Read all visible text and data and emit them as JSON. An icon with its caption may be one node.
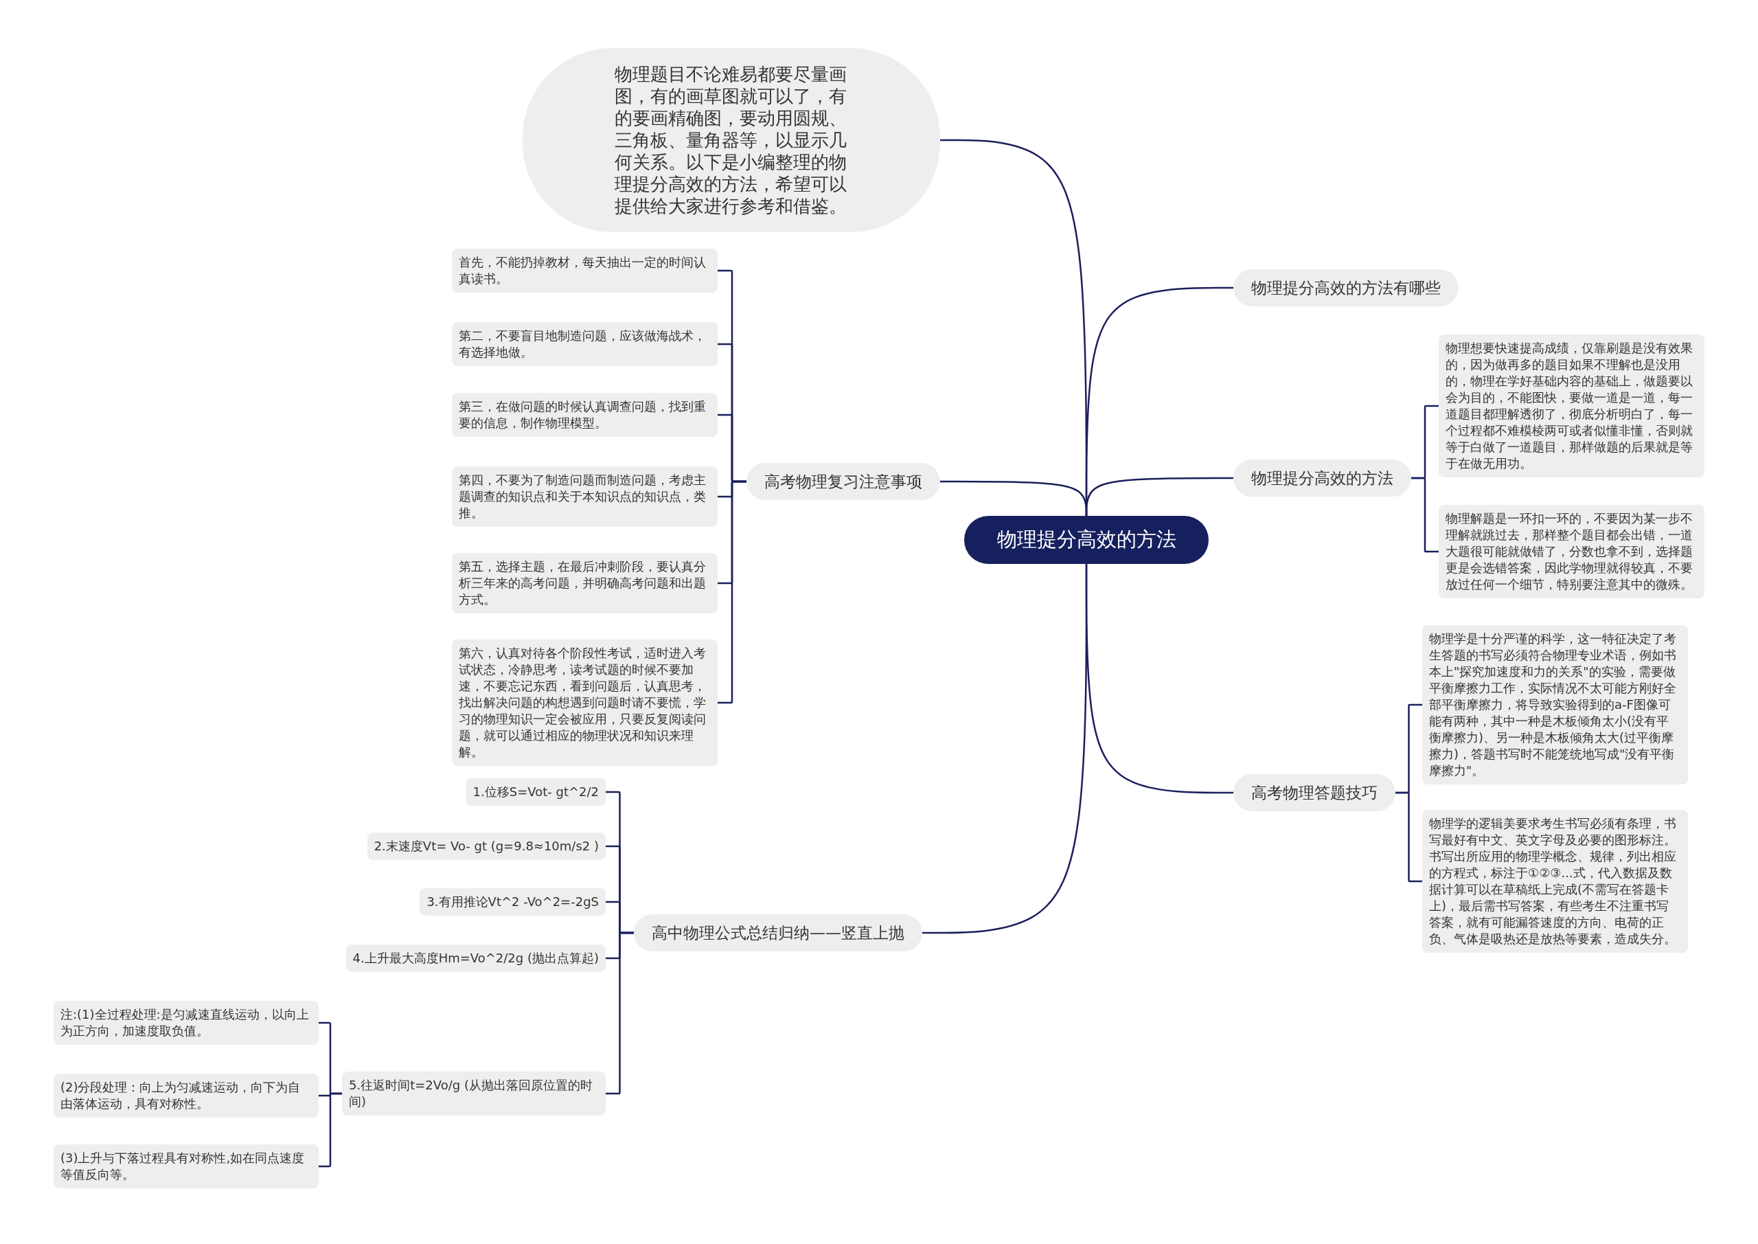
{
  "diagram": {
    "nodes": [
      {
        "text": [
          "物理提分高效的方法"
        ]
      },
      {
        "text": [
          "物理题目不论难易都要尽量画图，有的画草图就可以了，有的要画精确图，要动用圆规、三角板、量角器等，以显示几何关系。以下是小编整理的物理提分高效的方法，希望可以提供给大家进行参考和借鉴。"
        ]
      },
      {
        "text": [
          "物理提分高效的方法有哪些"
        ]
      },
      {
        "text": [
          "物理提分高效的方法"
        ]
      },
      {
        "text": [
          "物理想要快速提高成绩，仅靠刷题是没有效果的，因为做再多的题目如果不理解也是没用的，物理在学好基础内容的基础上，做题要以会为目的，不能图快，要做一道是一道，每一道题目都理解透彻了，彻底分析明白了，每一个过程都不难模棱两可或者似懂非懂，否则就等于白做了一道题目，那样做题的后果就是等于在做无用功。"
        ]
      },
      {
        "text": [
          "物理解题是一环扣一环的，不要因为某一步不理解就跳过去，那样整个题目都会出错，一道大题很可能就做错了，分数也拿不到，选择题更是会选错答案，因此学物理就得较真，不要放过任何一个细节，特别要注意其中的微殊。"
        ]
      },
      {
        "text": [
          "高考物理答题技巧"
        ]
      },
      {
        "text": [
          "物理学是十分严谨的科学，这一特征决定了考生答题的书写必须符合物理专业术语，例如书本上\"探究加速度和力的关系\"的实验，需要做平衡摩擦力工作，实际情况不太可能方刚好全部平衡摩擦力，将导致实验得到的a-F图像可能有两种，其中一种是木板倾角太小(没有平衡摩擦力)、另一种是木板倾角太大(过平衡摩擦力)，答题书写时不能笼统地写成\"没有平衡摩擦力\"。"
        ]
      },
      {
        "text": [
          "物理学的逻辑美要求考生书写必须有条理，书写最好有中文、英文字母及必要的图形标注。书写出所应用的物理学概念、规律，列出相应的方程式，标注于①②③...式，代入数据及数据计算可以在草稿纸上完成(不需写在答题卡上)，最后需书写答案，有些考生不注重书写答案，就有可能漏答速度的方向、电荷的正负、气体是吸热还是放热等要素，造成失分。"
        ]
      },
      {
        "text": [
          "高考物理复习注意事项"
        ]
      },
      {
        "text": [
          "首先，不能扔掉教材，每天抽出一定的时间认真读书。"
        ]
      },
      {
        "text": [
          "第二，不要盲目地制造问题，应该做海战术，有选择地做。"
        ]
      },
      {
        "text": [
          "第三，在做问题的时候认真调查问题，找到重要的信息，制作物理模型。"
        ]
      },
      {
        "text": [
          "第四，不要为了制造问题而制造问题，考虑主题调查的知识点和关于本知识点的知识点，类推。"
        ]
      },
      {
        "text": [
          "第五，选择主题，在最后冲刺阶段，要认真分析三年来的高考问题，并明确高考问题和出题方式。"
        ]
      },
      {
        "text": [
          "第六，认真对待各个阶段性考试，适时进入考试状态，冷静思考，读考试题的时候不要加速，不要忘记东西，看到问题后，认真思考，找出解决问题的构想遇到问题时请不要慌，学习的物理知识一定会被应用，只要反复阅读问题，就可以通过相应的物理状况和知识来理解。"
        ]
      },
      {
        "text": [
          "高中物理公式总结归纳——竖直上抛"
        ]
      },
      {
        "text": [
          "1.位移S=Vot- gt^2/2"
        ]
      },
      {
        "text": [
          "2.末速度Vt= Vo- gt (g=9.8≈10m/s2 )"
        ]
      },
      {
        "text": [
          "3.有用推论Vt^2 -Vo^2=-2gS"
        ]
      },
      {
        "text": [
          "4.上升最大高度Hm=Vo^2/2g (抛出点算起)"
        ]
      },
      {
        "text": [
          "5.往返时间t=2Vo/g (从抛出落回原位置的时间)"
        ]
      },
      {
        "text": [
          "注:(1)全过程处理:是匀减速直线运动，以向上为正方向，加速度取负值。"
        ]
      },
      {
        "text": [
          "(2)分段处理：向上为匀减速运动，向下为自由落体运动，具有对称性。"
        ]
      },
      {
        "text": [
          "(3)上升与下落过程具有对称性,如在同点速度等值反向等。"
        ]
      }
    ],
    "edges": [
      {
        "from": 0,
        "to": 1,
        "arrow": "none"
      },
      {
        "from": 0,
        "to": 2,
        "arrow": "none"
      },
      {
        "from": 0,
        "to": 3,
        "arrow": "none"
      },
      {
        "from": 3,
        "to": 4,
        "arrow": "none"
      },
      {
        "from": 3,
        "to": 5,
        "arrow": "none"
      },
      {
        "from": 0,
        "to": 6,
        "arrow": "none"
      },
      {
        "from": 6,
        "to": 7,
        "arrow": "none"
      },
      {
        "from": 6,
        "to": 8,
        "arrow": "none"
      },
      {
        "from": 0,
        "to": 9,
        "arrow": "none"
      },
      {
        "from": 9,
        "to": 10,
        "arrow": "none"
      },
      {
        "from": 9,
        "to": 11,
        "arrow": "none"
      },
      {
        "from": 9,
        "to": 12,
        "arrow": "none"
      },
      {
        "from": 9,
        "to": 13,
        "arrow": "none"
      },
      {
        "from": 9,
        "to": 14,
        "arrow": "none"
      },
      {
        "from": 9,
        "to": 15,
        "arrow": "none"
      },
      {
        "from": 0,
        "to": 16,
        "arrow": "none"
      },
      {
        "from": 16,
        "to": 17,
        "arrow": "none"
      },
      {
        "from": 16,
        "to": 18,
        "arrow": "none"
      },
      {
        "from": 16,
        "to": 19,
        "arrow": "none"
      },
      {
        "from": 16,
        "to": 20,
        "arrow": "none"
      },
      {
        "from": 16,
        "to": 21,
        "arrow": "none"
      },
      {
        "from": 21,
        "to": 22,
        "arrow": "none"
      },
      {
        "from": 21,
        "to": 23,
        "arrow": "none"
      },
      {
        "from": 21,
        "to": 24,
        "arrow": "none"
      }
    ]
  }
}
